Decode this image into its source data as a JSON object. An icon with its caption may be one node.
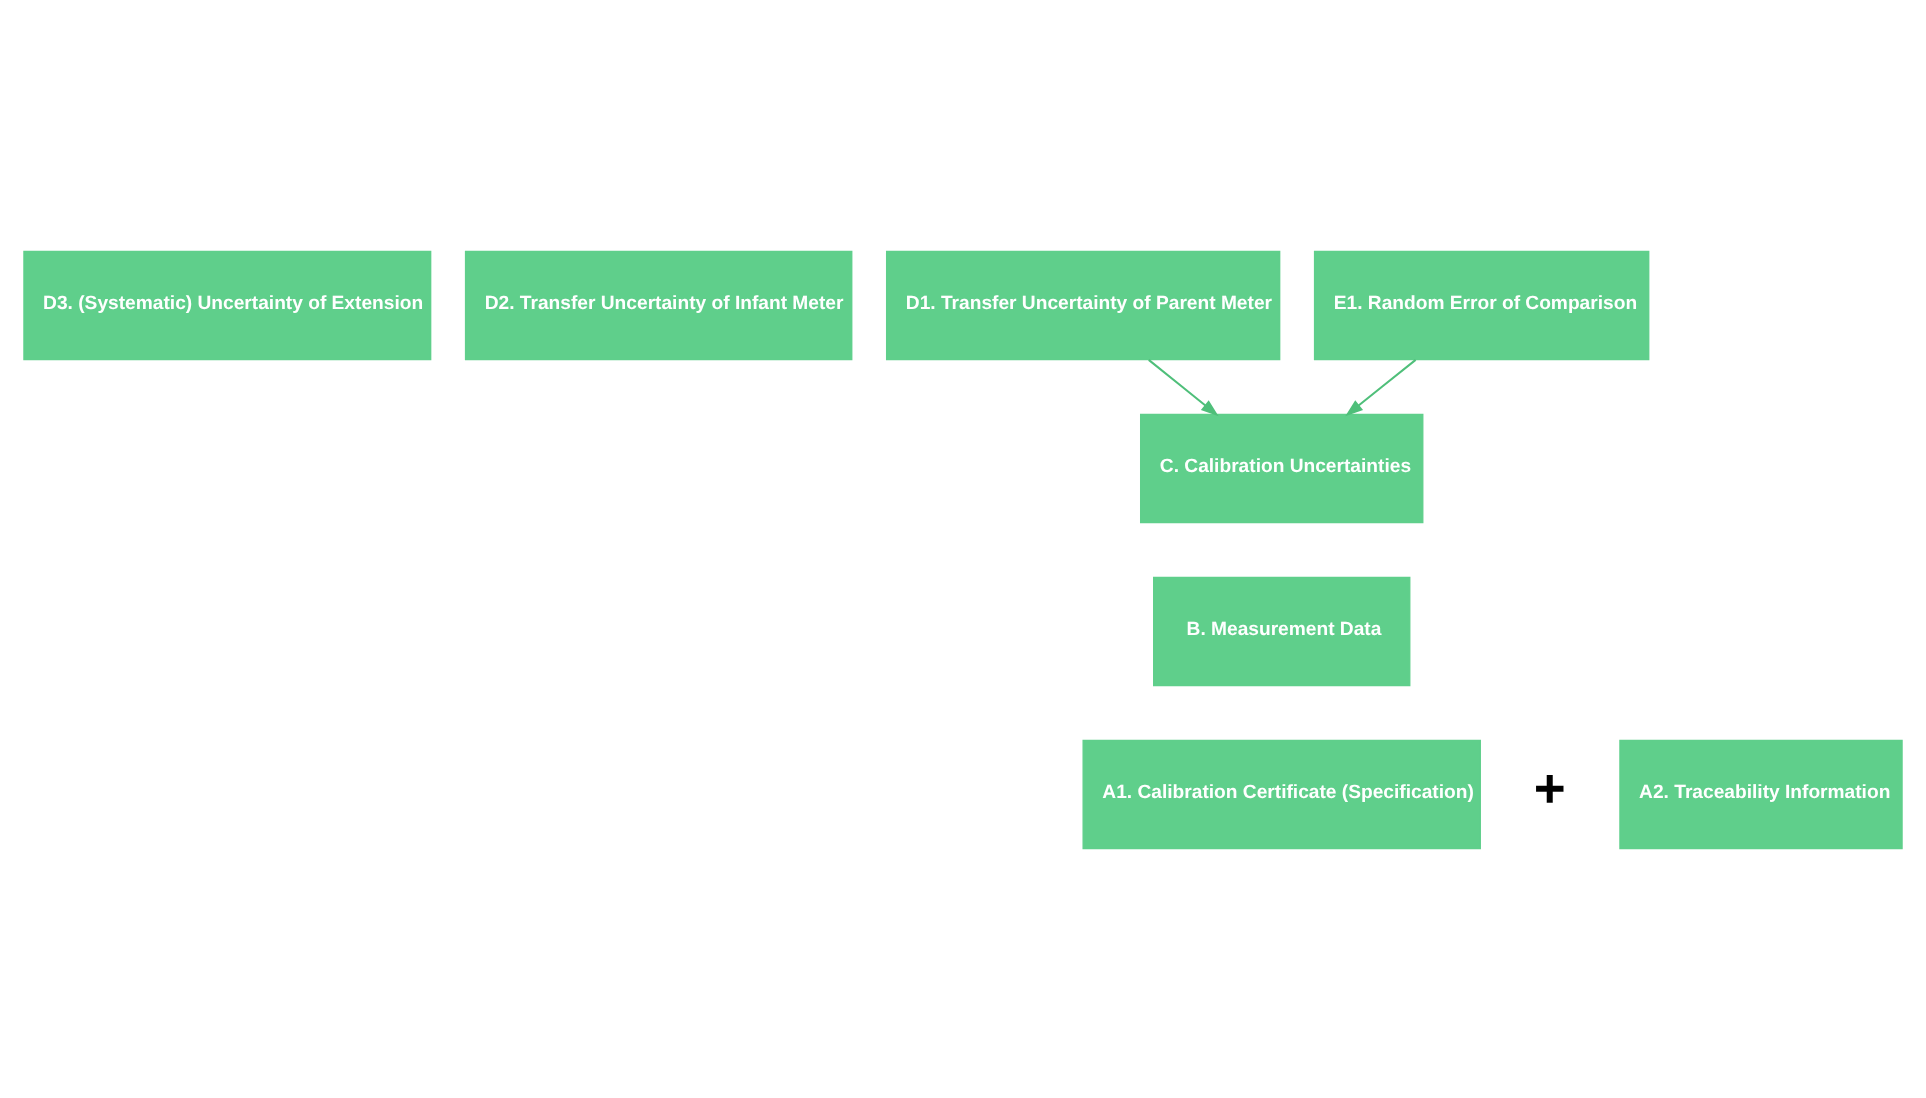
{
  "diagram": {
    "nodes": [
      {
        "text": [
          "D3. (Systematic) Uncertainty of Extension"
        ]
      },
      {
        "text": [
          "D2. Transfer Uncertainty of Infant Meter"
        ]
      },
      {
        "text": [
          "D1. Transfer Uncertainty of Parent Meter"
        ]
      },
      {
        "text": [
          "E1. Random Error of Comparison"
        ]
      },
      {
        "text": [
          "C. Calibration Uncertainties"
        ]
      },
      {
        "text": [
          "B. Measurement Data"
        ]
      },
      {
        "text": [
          "A1. Calibration Certificate (Specification)"
        ]
      },
      {
        "text": [
          "A2. Traceability Information"
        ]
      }
    ],
    "edges": [
      {
        "from": 2,
        "to": 4,
        "arrow": "to"
      },
      {
        "from": 3,
        "to": 4,
        "arrow": "to"
      }
    ],
    "labels": [
      "+"
    ]
  }
}
